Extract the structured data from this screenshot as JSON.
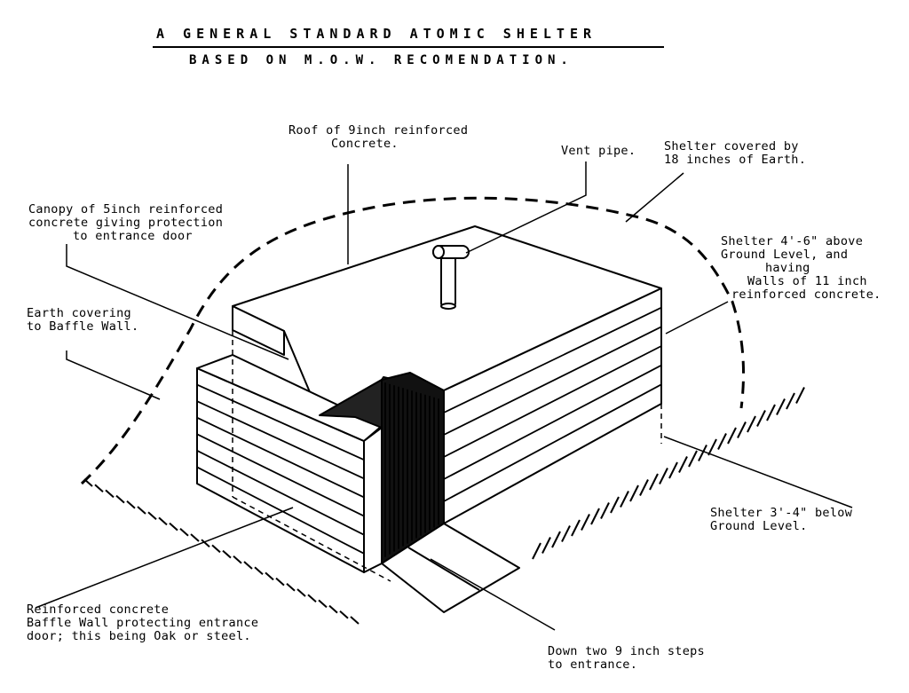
{
  "title": {
    "line1": "A GENERAL STANDARD ATOMIC SHELTER",
    "line2": "BASED ON M.O.W. RECOMENDATION."
  },
  "labels": {
    "roof": [
      "Roof of 9inch reinforced",
      "Concrete."
    ],
    "vent": [
      "Vent pipe."
    ],
    "earth_cover": [
      "Shelter covered by",
      "18 inches of Earth."
    ],
    "canopy": [
      "Canopy of 5inch reinforced",
      "concrete giving protection",
      "to entrance door"
    ],
    "above_ground": [
      "Shelter 4'-6\" above",
      "Ground Level, and",
      "having",
      "Walls of 11 inch",
      "reinforced concrete."
    ],
    "baffle_earth": [
      "Earth covering",
      "to Baffle Wall."
    ],
    "below_ground": [
      "Shelter 3'-4\" below",
      "Ground Level."
    ],
    "baffle_wall": [
      "Reinforced concrete",
      "Baffle Wall protecting entrance",
      "door; this being Oak or steel."
    ],
    "steps": [
      "Down two 9 inch steps",
      "to entrance."
    ]
  }
}
